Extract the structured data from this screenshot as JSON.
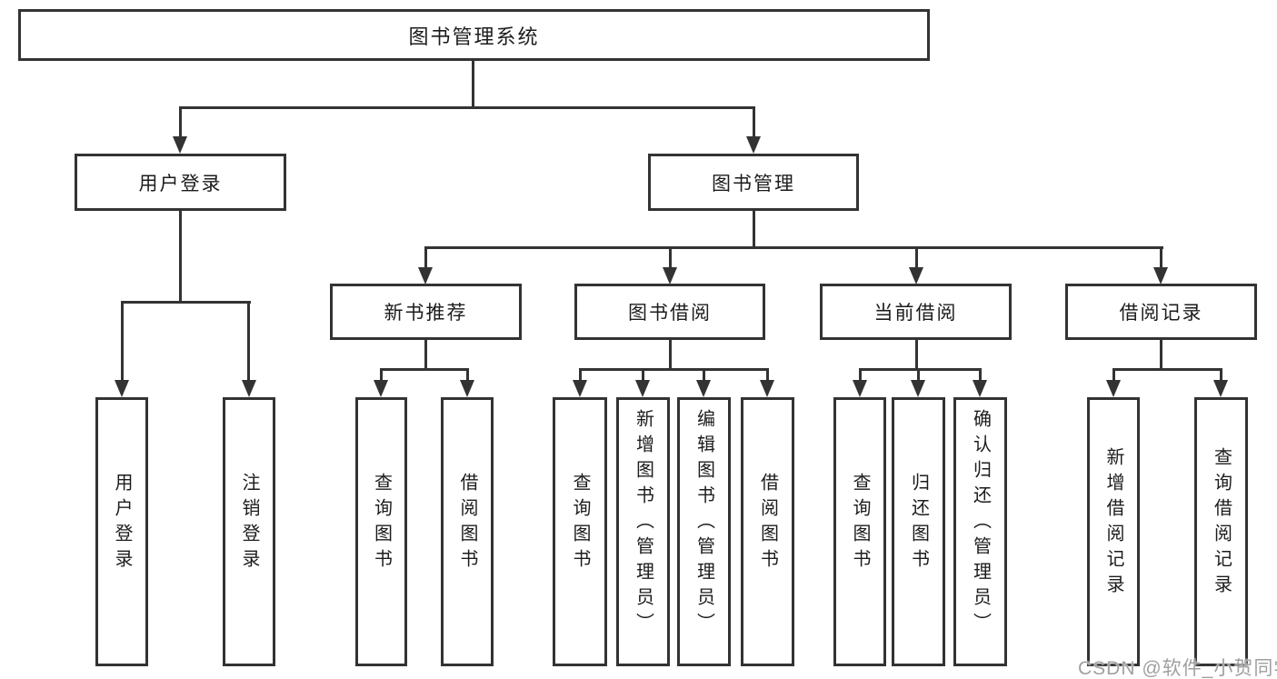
{
  "diagram": {
    "root": {
      "label": "图书管理系统",
      "children": [
        {
          "label": "用户登录",
          "children": [
            {
              "label": "用户登录"
            },
            {
              "label": "注销登录"
            }
          ]
        },
        {
          "label": "图书管理",
          "children": [
            {
              "label": "新书推荐",
              "children": [
                {
                  "label": "查询图书"
                },
                {
                  "label": "借阅图书"
                }
              ]
            },
            {
              "label": "图书借阅",
              "children": [
                {
                  "label": "查询图书"
                },
                {
                  "label": "新增图书（管理员）"
                },
                {
                  "label": "编辑图书（管理员）"
                },
                {
                  "label": "借阅图书"
                }
              ]
            },
            {
              "label": "当前借阅",
              "children": [
                {
                  "label": "查询图书"
                },
                {
                  "label": "归还图书"
                },
                {
                  "label": "确认归还（管理员）"
                }
              ]
            },
            {
              "label": "借阅记录",
              "children": [
                {
                  "label": "新增借阅记录"
                },
                {
                  "label": "查询借阅记录"
                }
              ]
            }
          ]
        }
      ]
    }
  },
  "watermark": {
    "text": "CSDN @软件_小贺同学"
  },
  "colors": {
    "line": "#333333",
    "box_border": "#333333",
    "box_fill": "#ffffff",
    "text": "#1c1c1c",
    "watermark": "#a0a0a0",
    "background": "#ffffff"
  }
}
